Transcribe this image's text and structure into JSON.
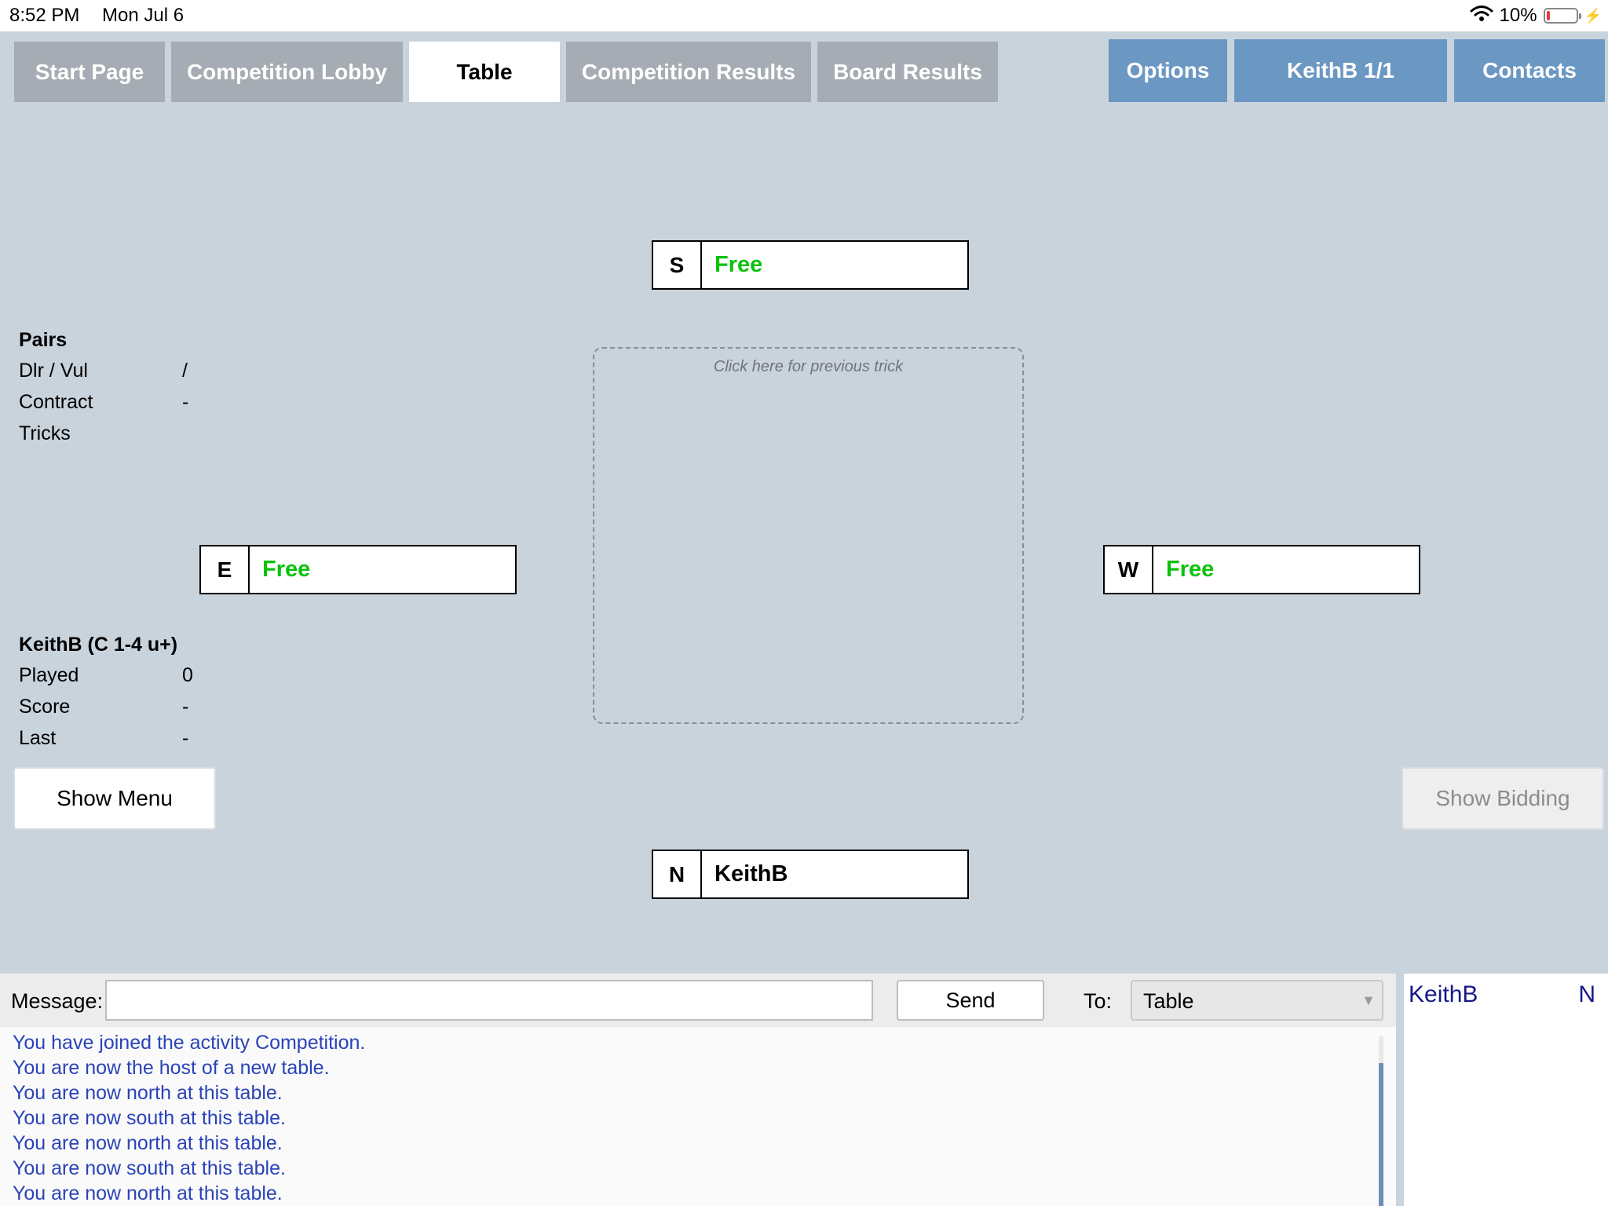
{
  "status": {
    "time": "8:52 PM",
    "date": "Mon Jul 6",
    "battery": "10%",
    "battery_level": 0.1
  },
  "tabs": {
    "start_page": "Start Page",
    "competition_lobby": "Competition Lobby",
    "table": "Table",
    "competition_results": "Competition Results",
    "board_results": "Board Results",
    "options": "Options",
    "user": "KeithB 1/1",
    "contacts": "Contacts"
  },
  "seats": {
    "south": {
      "dir": "S",
      "name": "Free"
    },
    "east": {
      "dir": "E",
      "name": "Free"
    },
    "west": {
      "dir": "W",
      "name": "Free"
    },
    "north": {
      "dir": "N",
      "name": "KeithB"
    }
  },
  "trick": {
    "hint": "Click here for previous trick"
  },
  "board_info": {
    "title": "Pairs",
    "rows": [
      {
        "label": "Dlr / Vul",
        "value": "/"
      },
      {
        "label": "Contract",
        "value": "-"
      },
      {
        "label": "Tricks",
        "value": ""
      }
    ]
  },
  "player_info": {
    "title": "KeithB (C 1-4 u+)",
    "rows": [
      {
        "label": "Played",
        "value": "0"
      },
      {
        "label": "Score",
        "value": "-"
      },
      {
        "label": "Last",
        "value": "-"
      }
    ]
  },
  "buttons": {
    "show_menu": "Show Menu",
    "show_bidding": "Show Bidding"
  },
  "chat": {
    "message_label": "Message:",
    "message_value": "",
    "send": "Send",
    "to_label": "To:",
    "to_value": "Table",
    "log": [
      "You have joined the activity Competition.",
      "You are now the host of a new table.",
      "You are now north at this table.",
      "You are now south at this table.",
      "You are now north at this table.",
      "You are now south at this table.",
      "You are now north at this table."
    ]
  },
  "players_panel": {
    "name": "KeithB",
    "dir": "N"
  },
  "colors": {
    "background": "#c9d3dc",
    "tab_inactive": "#a6acb3",
    "tab_blue": "#6b97c3",
    "free": "#0bc20b",
    "chat_text": "#2a43b8",
    "player_list_text": "#17178a"
  }
}
